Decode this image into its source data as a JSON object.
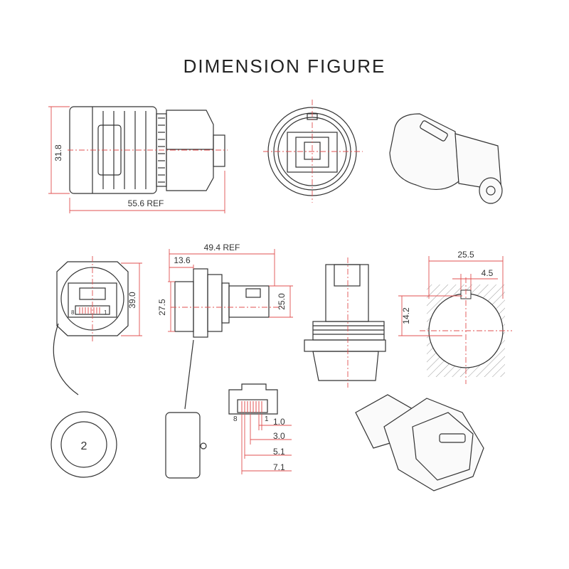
{
  "title": "DIMENSION FIGURE",
  "colors": {
    "ink": "#333333",
    "dim": "#e05050",
    "hatch": "#999999"
  },
  "dimensions": {
    "side_height": "31.8",
    "side_length": "55.6 REF",
    "rear_length": "49.4 REF",
    "rear_flange": "13.6",
    "rear_left_h": "27.5",
    "rear_right_h": "25.0",
    "front_h": "39.0",
    "cutout_w": "25.5",
    "cutout_key": "4.5",
    "cutout_h": "14.2",
    "pin_1": "1.0",
    "pin_2": "3.0",
    "pin_3": "5.1",
    "pin_4": "7.1"
  },
  "pin_labels": {
    "left": "8",
    "right": "1"
  },
  "front_pin_labels": {
    "left": "8",
    "right": "1"
  },
  "cap_number": "2"
}
